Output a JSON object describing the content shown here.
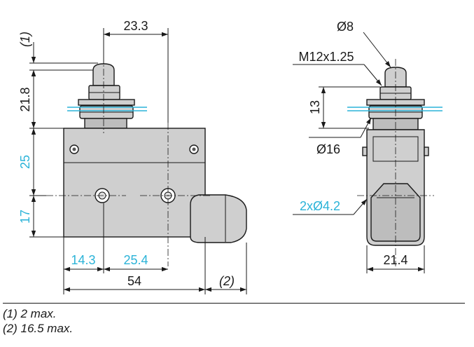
{
  "colors": {
    "line": "#1a1a1a",
    "accent": "#2bb3d8",
    "body": "#cfcfcf"
  },
  "front": {
    "dim_plunger_offset": "23.3",
    "dim_note1": "(1)",
    "dim_height_top": "21.8",
    "dim_height_body": "25",
    "dim_height_lower": "17",
    "dim_hole_left": "14.3",
    "dim_hole_spacing": "25.4",
    "dim_width": "54",
    "dim_note2": "(2)"
  },
  "side": {
    "dim_plunger_dia": "Ø8",
    "dim_thread": "M12x1.25",
    "dim_thread_len": "13",
    "dim_nut_dia": "Ø16",
    "dim_holes": "2xØ4.2",
    "dim_width": "21.4"
  },
  "notes": [
    "(1) 2 max.",
    "(2) 16.5 max."
  ]
}
